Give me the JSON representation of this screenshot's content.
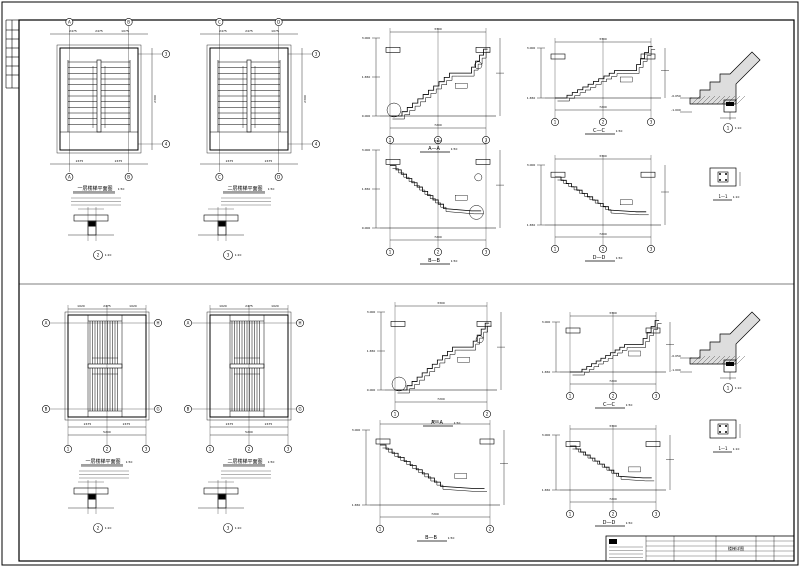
{
  "drawing": {
    "left_strip_notes": [
      "",
      "",
      "",
      "",
      "",
      "",
      "",
      ""
    ],
    "upper": {
      "plan1": {
        "title": "一层楼梯平面图",
        "scale": "1:50",
        "axis_top": [
          "A",
          "B"
        ],
        "axis_side": [
          "3",
          "4"
        ],
        "axis_bottom": [
          "A",
          "B"
        ],
        "dims_top": [
          "2475",
          "2475",
          "1075"
        ],
        "dims_bottom": [
          "2475",
          "2475"
        ],
        "dim_side": "2300"
      },
      "plan2": {
        "title": "二层楼梯平面图",
        "scale": "1:50",
        "axis_top": [
          "C",
          "D"
        ],
        "axis_side": [
          "3",
          "4"
        ],
        "axis_bottom": [
          "C",
          "D"
        ],
        "dims_top": [
          "2475",
          "2475",
          "1075"
        ],
        "dims_bottom": [
          "2475",
          "2475"
        ],
        "dim_side": "2300"
      },
      "detail1": {
        "num": "2",
        "scale": "1:20"
      },
      "detail2": {
        "num": "3",
        "scale": "1:20"
      },
      "sectionAA": {
        "title": "A—A",
        "scale": "1:50",
        "dim_top": "3300",
        "dim_bottom": "7200",
        "elev": [
          "3.000",
          "1.650",
          "0.000"
        ],
        "axes": [
          "1",
          "2",
          "3"
        ]
      },
      "sectionBB": {
        "title": "B—B",
        "scale": "1:50",
        "dim_top": "3300",
        "dim_bottom": "7200",
        "elev": [
          "3.000",
          "1.650",
          "0.000"
        ],
        "axes": [
          "1",
          "2",
          "3"
        ]
      },
      "sectionCC": {
        "title": "C—C",
        "scale": "1:50",
        "dim_top": "3300",
        "dim_bottom": "7200",
        "elev": [
          "3.000",
          "1.650"
        ],
        "axes": [
          "1",
          "2",
          "3"
        ]
      },
      "sectionDD": {
        "title": "D—D",
        "scale": "1:50",
        "dim_top": "3300",
        "dim_bottom": "7200",
        "elev": [
          "3.000",
          "1.650"
        ],
        "axes": [
          "1",
          "2",
          "3"
        ]
      },
      "node1": {
        "num": "1",
        "scale": "1:10",
        "elev": [
          "-0.050",
          "-1.000"
        ]
      },
      "section11": {
        "title": "1—1",
        "scale": "1:10"
      }
    },
    "lower": {
      "plan1": {
        "title": "一层楼梯平面图",
        "scale": "1:50",
        "axis_side": [
          "A",
          "B"
        ],
        "axis_right": [
          "H",
          "G"
        ],
        "axis_bottom": [
          "1",
          "2",
          "3"
        ],
        "dims_top": [
          "1020",
          "2475",
          "1020"
        ],
        "dims_bottom": [
          "2475",
          "2475"
        ],
        "dim_total": "5200"
      },
      "plan2": {
        "title": "二层楼梯平面图",
        "scale": "1:50",
        "axis_side": [
          "A",
          "B"
        ],
        "axis_right": [
          "H",
          "G"
        ],
        "axis_bottom": [
          "1",
          "2",
          "3"
        ],
        "dims_top": [
          "1020",
          "2475",
          "1020"
        ],
        "dims_bottom": [
          "2475",
          "2475"
        ],
        "dim_total": "5200"
      },
      "detail1": {
        "num": "2",
        "scale": "1:20"
      },
      "detail2": {
        "num": "3",
        "scale": "1:20"
      },
      "sectionAA": {
        "title": "A—A",
        "scale": "1:50",
        "dim_top": "3300",
        "dim_bottom": "7200",
        "elev": [
          "3.000",
          "1.650",
          "0.000"
        ],
        "axes": [
          "1",
          "2"
        ]
      },
      "sectionBB": {
        "title": "B—B",
        "scale": "1:50",
        "dim_top": "3300",
        "dim_bottom": "7200",
        "elev": [
          "3.000",
          "1.650"
        ],
        "axes": [
          "1",
          "2"
        ]
      },
      "sectionCC": {
        "title": "C—C",
        "scale": "1:50",
        "dim_top": "3300",
        "dim_bottom": "7200",
        "elev": [
          "3.000",
          "1.650"
        ],
        "axes": [
          "1",
          "2",
          "3"
        ]
      },
      "sectionDD": {
        "title": "D—D",
        "scale": "1:50",
        "dim_top": "3300",
        "dim_bottom": "7200",
        "elev": [
          "3.000",
          "1.650"
        ],
        "axes": [
          "1",
          "2",
          "3"
        ]
      },
      "node1": {
        "num": "1",
        "scale": "1:10",
        "elev": [
          "-0.050",
          "-1.000"
        ]
      },
      "section11": {
        "title": "1—1",
        "scale": "1:10"
      }
    },
    "title_block": {
      "company": "",
      "project": "",
      "drawing_name": "楼梯详图",
      "rows": [
        "",
        "",
        "",
        "",
        ""
      ],
      "labels": [
        "",
        "",
        "",
        ""
      ]
    }
  }
}
